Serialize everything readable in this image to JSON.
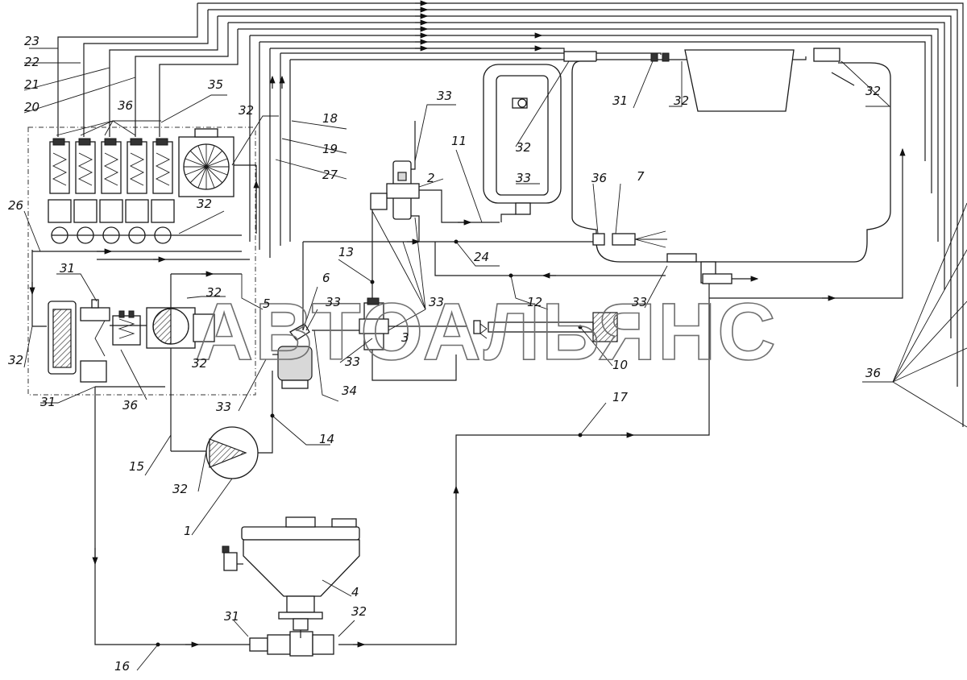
{
  "watermark": "АВТОАЛЬЯНС",
  "labels": {
    "l23": "23",
    "l22": "22",
    "l21": "21",
    "l20": "20",
    "l35": "35",
    "l36a": "36",
    "l32a": "32",
    "l26": "26",
    "l32b": "32",
    "l31a": "31",
    "l32c": "32",
    "l5": "5",
    "l32d": "32",
    "l31b": "31",
    "l36b": "36",
    "l32e": "32",
    "l18": "18",
    "l19": "19",
    "l27": "27",
    "l33a": "33",
    "l11": "11",
    "l2": "2",
    "l33b": "33",
    "l32f": "32",
    "l13": "13",
    "l24": "24",
    "l6": "6",
    "l33c": "33",
    "l33d": "33",
    "l3": "3",
    "l33e": "33",
    "l34": "34",
    "l12": "12",
    "l33f": "33",
    "l10": "10",
    "l31c": "31",
    "l32g": "32",
    "l32h": "32",
    "l36c": "36",
    "l7": "7",
    "l36d": "36",
    "l17": "17",
    "l33g": "33",
    "l14": "14",
    "l15": "15",
    "l32i": "32",
    "l1": "1",
    "l4": "4",
    "l31d": "31",
    "l32j": "32",
    "l16": "16"
  }
}
